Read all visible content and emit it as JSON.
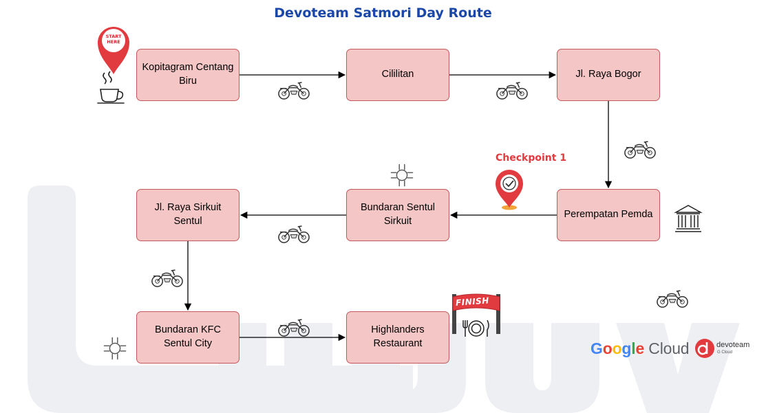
{
  "title": "Devoteam Satmori Day Route",
  "colors": {
    "title": "#1a47a8",
    "node_fill": "#f5c6c6",
    "node_border": "#c4575b",
    "accent_red": "#e23b3f",
    "background_shape": "#eeeff3",
    "google_blue": "#4285F4",
    "google_red": "#EA4335",
    "google_yellow": "#FBBC05",
    "google_green": "#34A853"
  },
  "nodes": [
    {
      "id": "n1",
      "label": "Kopitagram Centang Biru"
    },
    {
      "id": "n2",
      "label": "Cililitan"
    },
    {
      "id": "n3",
      "label": "Jl. Raya Bogor"
    },
    {
      "id": "n4",
      "label": "Perempatan Pemda"
    },
    {
      "id": "n5",
      "label": "Bundaran Sentul Sirkuit"
    },
    {
      "id": "n6",
      "label": "Jl. Raya Sirkuit Sentul"
    },
    {
      "id": "n7",
      "label": "Bundaran KFC Sentul City"
    },
    {
      "id": "n8",
      "label": "Highlanders Restaurant"
    }
  ],
  "edges": [
    {
      "from": "n1",
      "to": "n2"
    },
    {
      "from": "n2",
      "to": "n3"
    },
    {
      "from": "n3",
      "to": "n4"
    },
    {
      "from": "n4",
      "to": "n5"
    },
    {
      "from": "n5",
      "to": "n6"
    },
    {
      "from": "n6",
      "to": "n7"
    },
    {
      "from": "n7",
      "to": "n8"
    }
  ],
  "checkpoint": {
    "label": "Checkpoint 1"
  },
  "start_badge": {
    "line1": "START",
    "line2": "HERE"
  },
  "finish_banner": {
    "label": "FINISH"
  },
  "icons": [
    "start-pin-icon",
    "coffee-cup-icon",
    "motorcycle-icon",
    "checkpoint-pin-icon",
    "roundabout-icon",
    "government-building-icon",
    "finish-banner-icon",
    "restaurant-plate-icon"
  ],
  "logos": {
    "google": {
      "word1": "Google",
      "word2": "Cloud"
    },
    "devoteam": {
      "name": "devoteam",
      "sub": "G Cloud"
    }
  }
}
